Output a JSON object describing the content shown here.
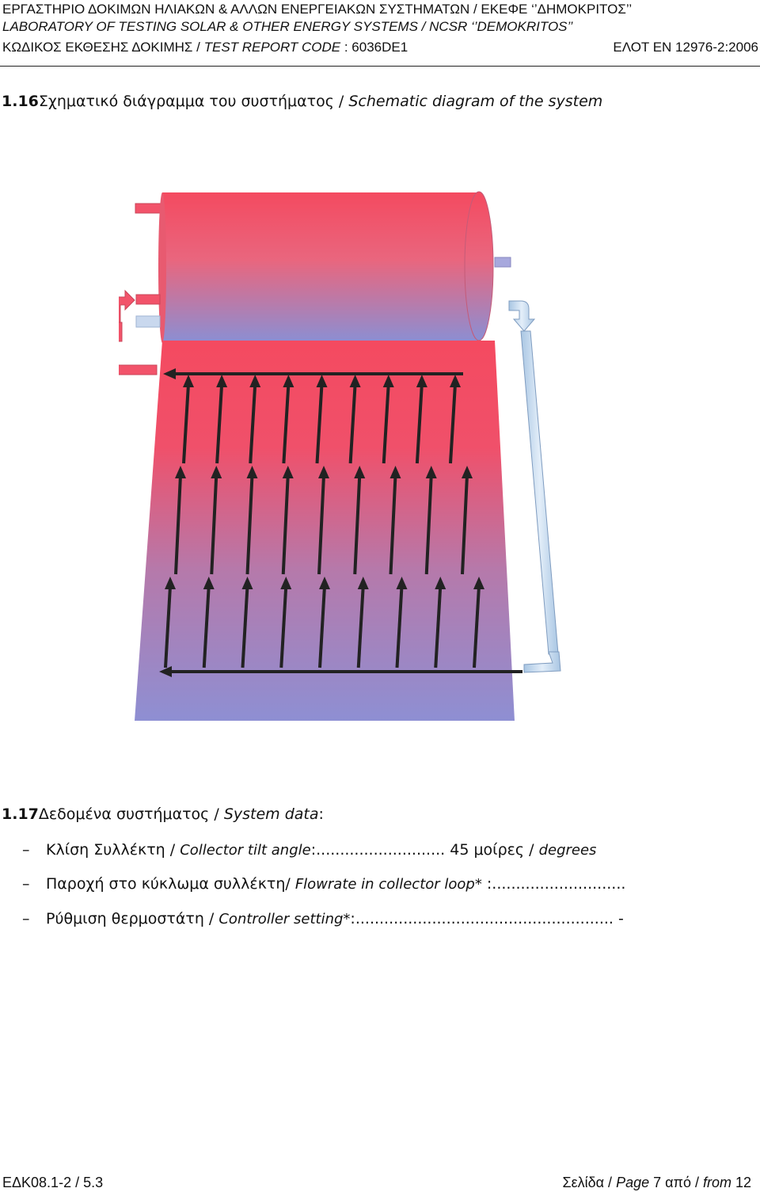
{
  "header": {
    "line1": "ΕΡΓΑΣΤΗΡΙΟ ΔΟΚΙΜΩΝ ΗΛΙΑΚΩΝ & ΑΛΛΩΝ ΕΝΕΡΓΕΙΑΚΩΝ ΣΥΣΤΗΜΑΤΩΝ / ΕΚΕΦΕ ‘’ΔΗΜΟΚΡΙΤΟΣ’’",
    "line2": "LABORATORY OF TESTING SOLAR & OTHER ENERGY SYSTEMS / NCSR ‘’DEMOKRITOS’’",
    "code_gr": "ΚΩΔΙΚΟΣ ΕΚΘΕΣΗΣ ΔΟΚΙΜΗΣ / ",
    "code_en": "TEST REPORT CODE",
    "code_value": " : 6036DE1",
    "standard": "ΕΛΟΤ EN 12976-2:2006"
  },
  "section16": {
    "number": "1.16",
    "title_gr": "Σχηματικό διάγραμμα του συστήματος / ",
    "title_en": "Schematic diagram of the system"
  },
  "section17": {
    "number": "1.17",
    "title_gr": "Δεδομένα συστήματος / ",
    "title_en": "System data",
    "title_tail": ":"
  },
  "items": [
    {
      "dash": "–",
      "gr": "Κλίση Συλλέκτη / ",
      "en": "Collector tilt angle",
      "tail": ":........................... 45 μοίρες / ",
      "unit": "degrees"
    },
    {
      "dash": "–",
      "gr": "Παροχή στο κύκλωμα συλλέκτη/ ",
      "en": "Flowrate in collector loop*",
      "tail": " :............................"
    },
    {
      "dash": "–",
      "gr": "Ρύθμιση θερμοστάτη / ",
      "en": "Controller setting*",
      "tail": ":...................................................... -"
    }
  ],
  "footer": {
    "left": "ΕΔΚ08.1-2 / 5.3",
    "right_gr": "Σελίδα / ",
    "right_page": "Page",
    "right_mid": " 7 από / ",
    "right_from": "from",
    "right_total": " 12"
  },
  "colors": {
    "hot": "#f44a60",
    "cold": "#8a8fd4",
    "arrow": "#222222",
    "return_pipe": "#c7dcef"
  }
}
